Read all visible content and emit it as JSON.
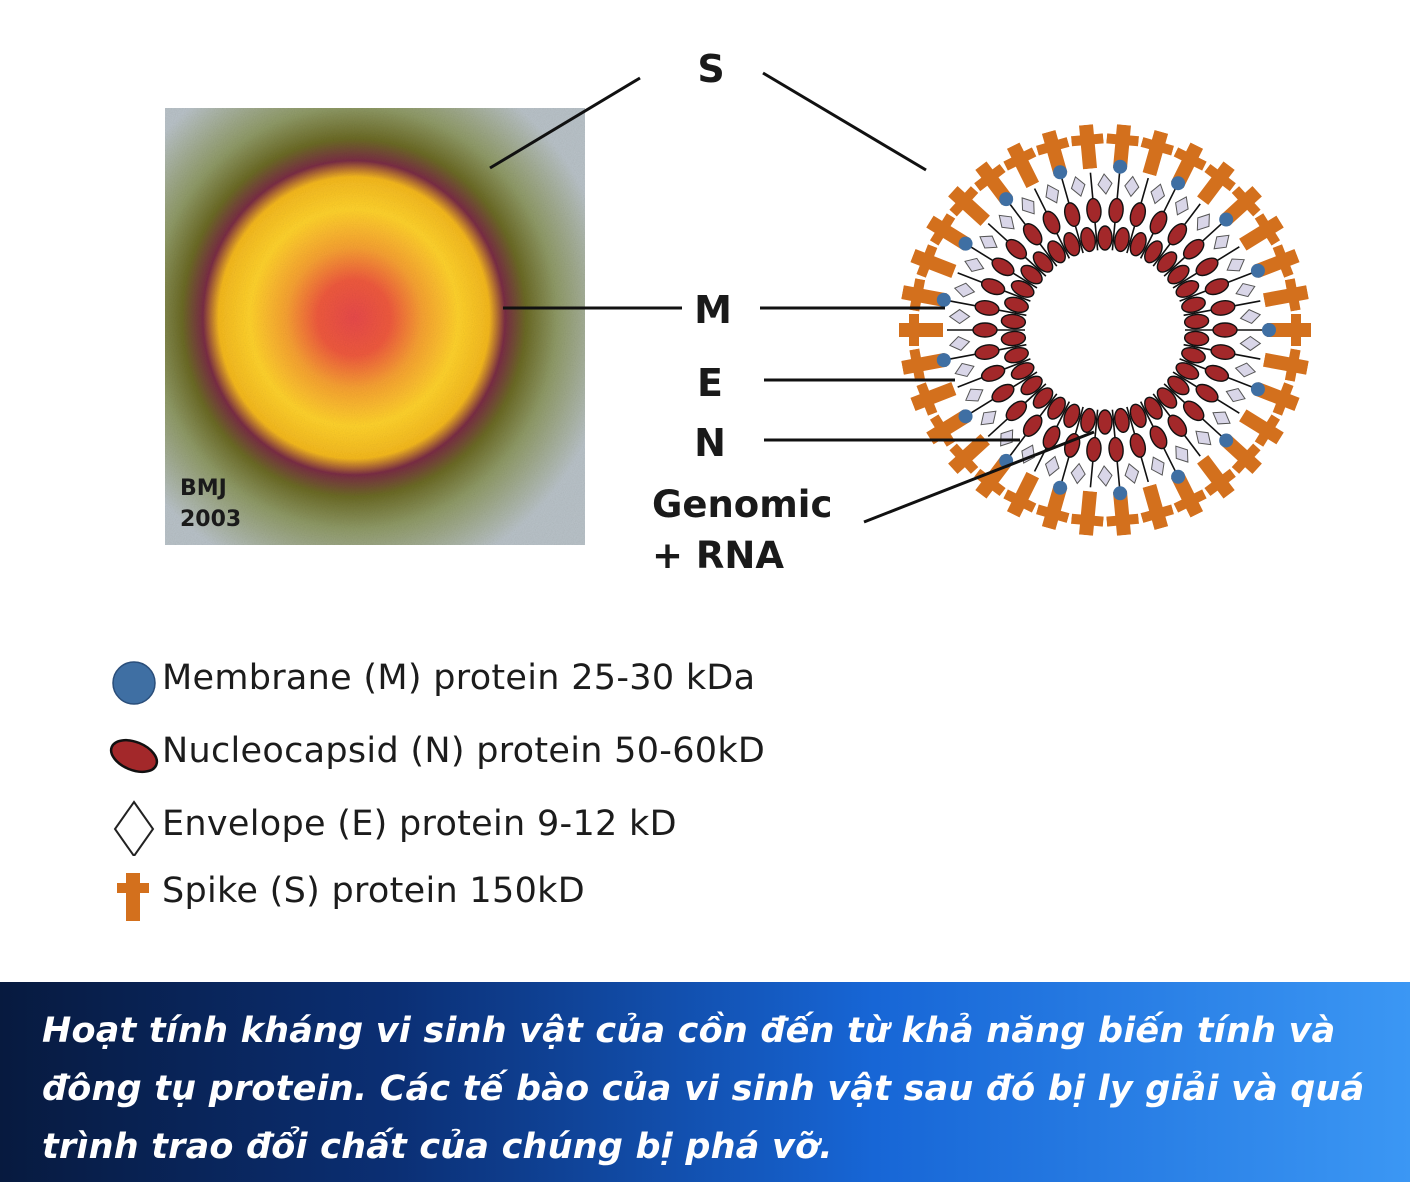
{
  "diagram": {
    "labels": {
      "s": "S",
      "m": "M",
      "e": "E",
      "n": "N",
      "genomic": "Genomic",
      "rna": "+ RNA"
    },
    "micrograph_credit": [
      "BMJ",
      "2003"
    ],
    "colors": {
      "spike": "#d3701d",
      "nucleocapsid": "#a3282a",
      "membrane": "#3f6fa3",
      "envelope": "#d9d6e8"
    }
  },
  "legend": [
    {
      "icon": "membrane-protein-icon",
      "text": "Membrane (M) protein 25-30 kDa"
    },
    {
      "icon": "nucleocapsid-protein-icon",
      "text": "Nucleocapsid (N) protein 50-60kD"
    },
    {
      "icon": "envelope-protein-icon",
      "text": "Envelope (E) protein 9-12 kD"
    },
    {
      "icon": "spike-protein-icon",
      "text": "Spike (S) protein 150kD"
    }
  ],
  "caption": "Hoạt tính kháng vi sinh vật của cồn đến từ khả năng biến tính và đông tụ protein. Các tế bào của vi sinh vật sau đó bị ly giải và quá trình trao đổi chất của chúng bị phá vỡ."
}
